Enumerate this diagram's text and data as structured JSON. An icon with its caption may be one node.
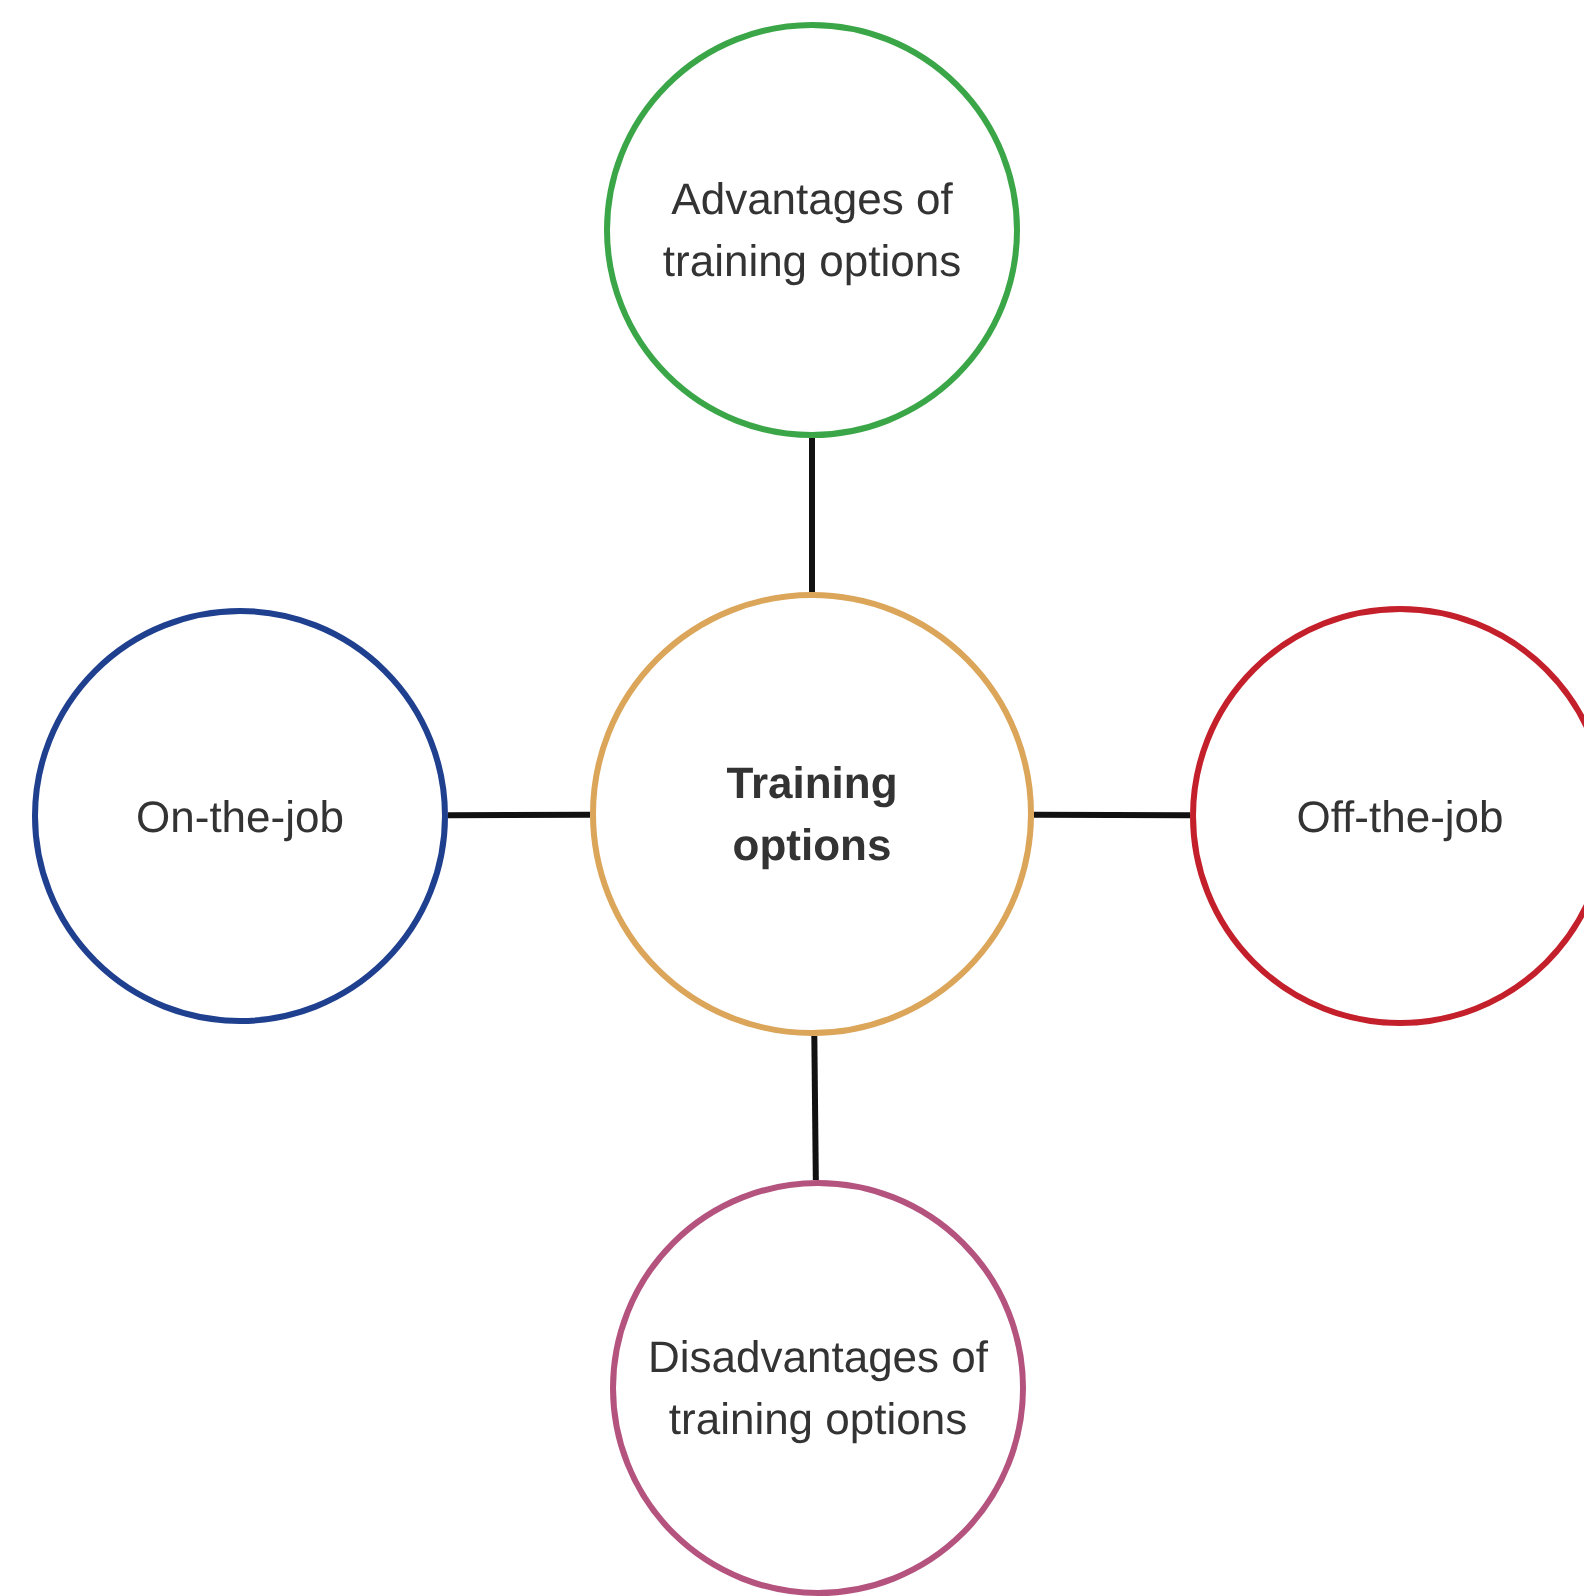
{
  "diagram": {
    "nodes": [
      {
        "text": [
          "Advantages of training options"
        ]
      },
      {
        "text": [
          "On-the-job"
        ]
      },
      {
        "text": [
          "Training options"
        ]
      },
      {
        "text": [
          "Off-the-job"
        ]
      },
      {
        "text": [
          "Disadvantages of training options"
        ]
      }
    ],
    "edges": [
      {
        "from": 2,
        "to": 0,
        "arrow": "none"
      },
      {
        "from": 2,
        "to": 1,
        "arrow": "none"
      },
      {
        "from": 2,
        "to": 3,
        "arrow": "none"
      },
      {
        "from": 2,
        "to": 4,
        "arrow": "none"
      }
    ]
  }
}
